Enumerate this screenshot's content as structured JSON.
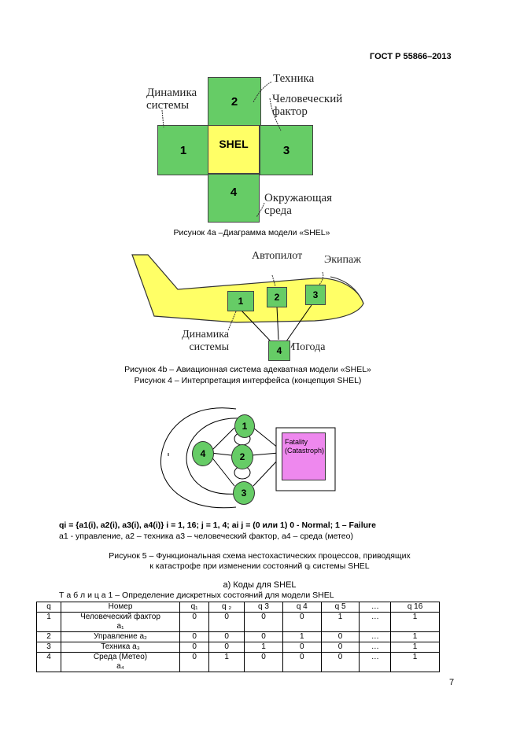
{
  "header": {
    "standard_id": "ГОСТ Р 55866–2013"
  },
  "fig4a": {
    "cells": {
      "c1": "1",
      "c2": "2",
      "c3": "3",
      "c4": "4",
      "center": "SHEL"
    },
    "labels": {
      "dynamics": "Динамика системы",
      "technics": "Техника",
      "human": "Человеческий фактор",
      "environment": "Окружающая среда"
    },
    "caption": "Рисунок 4а –Диаграмма модели «SHEL»"
  },
  "fig4b": {
    "boxes": {
      "b1": "1",
      "b2": "2",
      "b3": "3",
      "b4": "4"
    },
    "labels": {
      "autopilot": "Автопилот",
      "crew": "Экипаж",
      "dynamics": "Динамика системы",
      "weather": "Погода"
    },
    "caption_b": "Рисунок 4b – Авиационная система адекватная модели «SHEL»",
    "caption_main": "Рисунок 4 –  Интерпретация интерфейса (концепция SHEL)"
  },
  "fig5": {
    "nodes": {
      "n1": "1",
      "n2": "2",
      "n3": "3",
      "n4": "4"
    },
    "fatality_line1": "Fatality",
    "fatality_line2": "(Catastroph)",
    "formula_line1": "qi = {a1(i), a2(i), a3(i), a4(i)}  i = 1, 16;   j = 1, 4; ai j = (0 или 1)  0 - Normal; 1 – Failure",
    "formula_line2": "a1 - управление, a2 – техника  a3 – человеческий фактор, a4 – среда (метео)",
    "caption_line1": "Рисунок 5 –  Функциональная схема нестохастических процессов, приводящих",
    "caption_line2": "к катастрофе при изменении состояний qᵢ системы SHEL"
  },
  "table": {
    "subtitle": "а) Коды для SHEL",
    "title": "Т а б л и ц а   1  – Определение дискретных состояний для модели SHEL",
    "headers": [
      "q",
      "Номер",
      "q₁",
      "q ₂",
      "q 3",
      "q 4",
      "q 5",
      "…",
      "q 16"
    ],
    "rows": [
      {
        "q": "1",
        "name": "Человеческий фактор",
        "sub": "a₁",
        "vals": [
          "0",
          "0",
          "0",
          "0",
          "1",
          "…",
          "1"
        ]
      },
      {
        "q": "2",
        "name": "Управление  a₂",
        "sub": "",
        "vals": [
          "0",
          "0",
          "0",
          "1",
          "0",
          "…",
          "1"
        ]
      },
      {
        "q": "3",
        "name": "Техника  a₃",
        "sub": "",
        "vals": [
          "0",
          "0",
          "1",
          "0",
          "0",
          "…",
          "1"
        ]
      },
      {
        "q": "4",
        "name": "Среда (Метео)",
        "sub": "a₄",
        "vals": [
          "0",
          "1",
          "0",
          "0",
          "0",
          "…",
          "1"
        ]
      }
    ]
  },
  "page_number": "7"
}
